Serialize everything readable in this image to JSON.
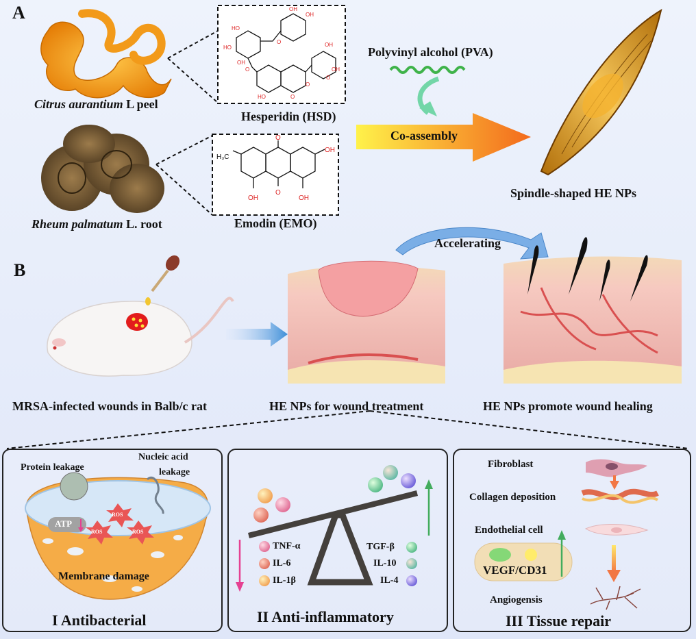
{
  "panel_a": {
    "letter": "A",
    "citrus_label_italic": "Citrus aurantium",
    "citrus_label_rest": " L peel",
    "rheum_label_italic": "Rheum palmatum",
    "rheum_label_rest": " L.  root",
    "hesperidin": "Hesperidin (HSD)",
    "emodin": "Emodin (EMO)",
    "pva": "Polyvinyl alcohol (PVA)",
    "coassembly": "Co-assembly",
    "nps": "Spindle-shaped HE NPs",
    "hsd_atoms": [
      "OH",
      "OH",
      "HO",
      "O",
      "HO",
      "OH",
      "O",
      "O",
      "OH",
      "O",
      "O",
      "OH",
      "O",
      "HO"
    ],
    "emo_atoms": [
      "H₃C",
      "OH",
      "OH",
      "O",
      "OH",
      "O"
    ]
  },
  "panel_b": {
    "letter": "B",
    "accelerating": "Accelerating",
    "mouse_caption": "MRSA-infected wounds in Balb/c rat",
    "treat_caption": "HE NPs for wound treatment",
    "heal_caption": "HE NPs promote wound healing"
  },
  "box1": {
    "protein": "Protein leakage",
    "nucleic_1": "Nucleic acid",
    "nucleic_2": "leakage",
    "atp": "ATP",
    "ros": [
      "ROS",
      "ROS",
      "ROS"
    ],
    "membrane": "Membrane damage",
    "title": "I  Antibacterial"
  },
  "box2": {
    "left": [
      "TNF-α",
      "IL-6",
      "IL-1β"
    ],
    "right": [
      "TGF-β",
      "IL-10",
      "IL-4"
    ],
    "title": "II  Anti-inflammatory"
  },
  "box3": {
    "fibroblast": "Fibroblast",
    "collagen": "Collagen deposition",
    "endothelial": "Endothelial cell",
    "vegf": "VEGF/CD31",
    "angio": "Angiogensis",
    "title": "III  Tissue repair"
  },
  "colors": {
    "orange": "#f4a01b",
    "pva_green": "#3fb34a",
    "arrow_pink": "#e0187a",
    "arrow_green": "#1a9a3a",
    "bacteria_orange": "#f39a1f",
    "ros_red": "#e53030"
  }
}
